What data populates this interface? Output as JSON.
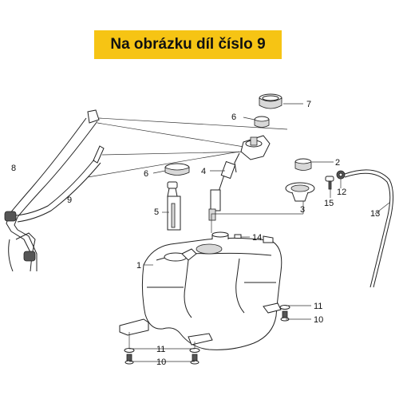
{
  "banner": {
    "text": "Na obrázku díl číslo 9",
    "color": "#f6c414"
  },
  "labels": {
    "l1": "1",
    "l2": "2",
    "l3": "3",
    "l4": "4",
    "l5": "5",
    "l6a": "6",
    "l6b": "6",
    "l7": "7",
    "l8": "8",
    "l9": "9",
    "l10a": "10",
    "l10b": "10",
    "l11a": "11",
    "l11b": "11",
    "l12": "12",
    "l13": "13",
    "l14": "14",
    "l15": "15"
  }
}
